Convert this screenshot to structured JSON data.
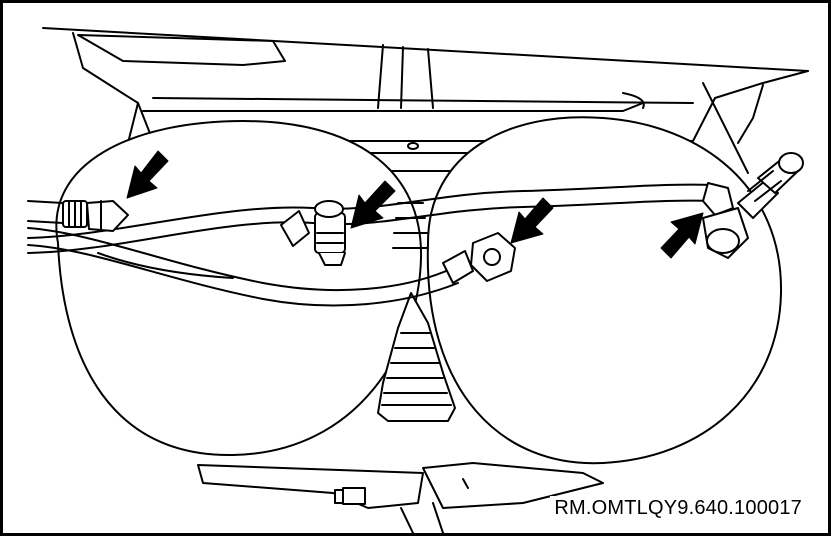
{
  "figure": {
    "reference_code": "RM.OMTLQY9.640.100017",
    "colors": {
      "line": "#000000",
      "fill": "#ffffff",
      "arrow": "#000000"
    },
    "callouts": [
      {
        "name": "arrow-left-tank-fitting",
        "direction": "down-left"
      },
      {
        "name": "arrow-left-tank-valve",
        "direction": "down-left"
      },
      {
        "name": "arrow-right-tank-fitting",
        "direction": "down-left"
      },
      {
        "name": "arrow-right-tank-valve",
        "direction": "up-right"
      }
    ]
  }
}
